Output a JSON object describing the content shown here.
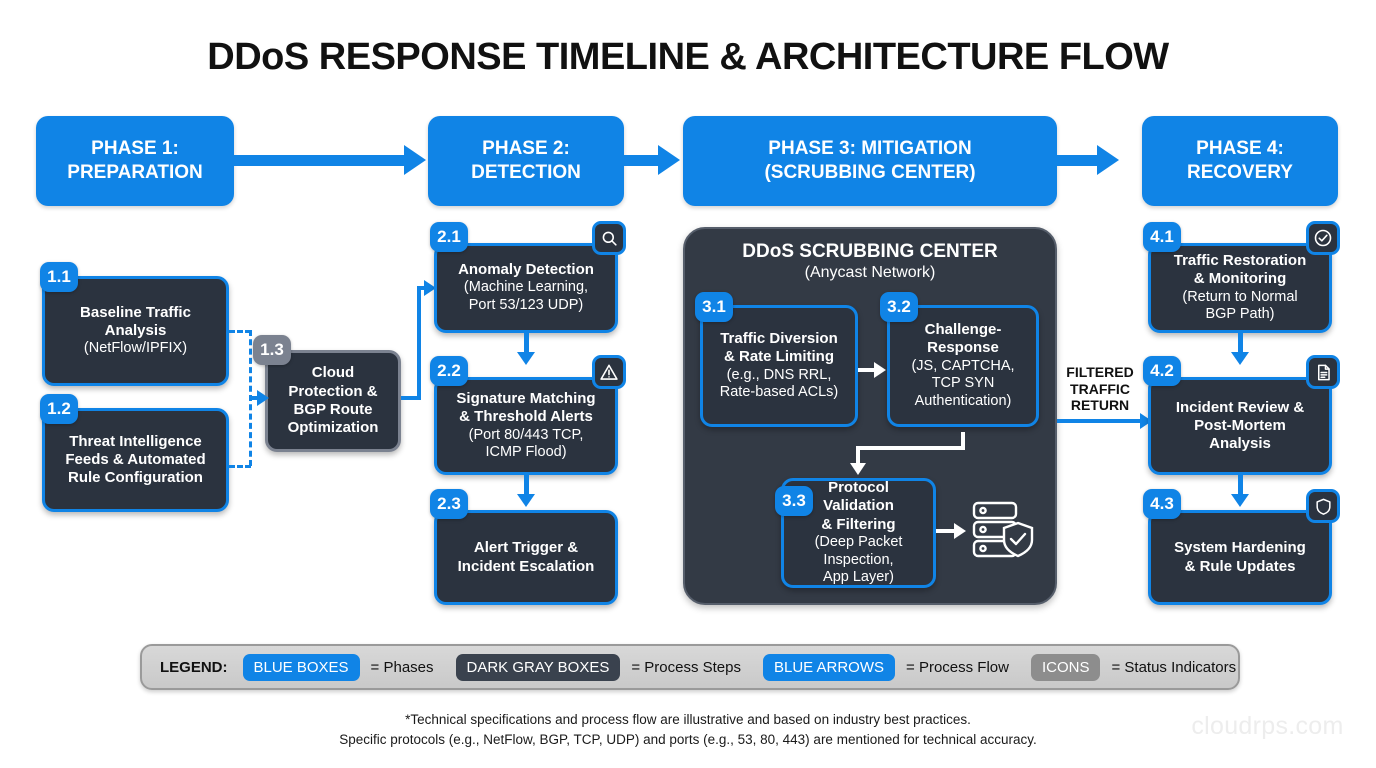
{
  "title": "DDoS RESPONSE TIMELINE & ARCHITECTURE FLOW",
  "colors": {
    "blue": "#1084e6",
    "dark_box": "#2b333f",
    "gray_badge": "#7b8290",
    "panel": "#333a45",
    "legend_bg": "#d0d0d0"
  },
  "phases": [
    {
      "id": "phase-1",
      "label": "PHASE 1:\nPREPARATION",
      "line1": "PHASE 1:",
      "line2": "PREPARATION"
    },
    {
      "id": "phase-2",
      "label": "PHASE 2:\nDETECTION",
      "line1": "PHASE 2:",
      "line2": "DETECTION"
    },
    {
      "id": "phase-3",
      "label": "PHASE 3: MITIGATION\n(SCRUBBING CENTER)",
      "line1": "PHASE 3: MITIGATION",
      "line2": "(SCRUBBING CENTER)"
    },
    {
      "id": "phase-4",
      "label": "PHASE 4:\nRECOVERY",
      "line1": "PHASE 4:",
      "line2": "RECOVERY"
    }
  ],
  "steps": {
    "s11": {
      "badge": "1.1",
      "title_lines": [
        "Baseline Traffic",
        "Analysis"
      ],
      "sub_lines": [
        "(NetFlow/IPFIX)"
      ],
      "icon": null
    },
    "s12": {
      "badge": "1.2",
      "title_lines": [
        "Threat Intelligence",
        "Feeds & Automated",
        "Rule Configuration"
      ],
      "sub_lines": [],
      "icon": null
    },
    "s13": {
      "badge": "1.3",
      "title_lines": [
        "Cloud",
        "Protection &",
        "BGP Route",
        "Optimization"
      ],
      "sub_lines": [],
      "icon": null
    },
    "s21": {
      "badge": "2.1",
      "title_lines": [
        "Anomaly Detection"
      ],
      "sub_lines": [
        "(Machine Learning,",
        "Port 53/123 UDP)"
      ],
      "icon": "search-icon"
    },
    "s22": {
      "badge": "2.2",
      "title_lines": [
        "Signature Matching",
        "& Threshold Alerts"
      ],
      "sub_lines": [
        "(Port 80/443 TCP,",
        "ICMP Flood)"
      ],
      "icon": "warning-icon"
    },
    "s23": {
      "badge": "2.3",
      "title_lines": [
        "Alert Trigger &",
        "Incident Escalation"
      ],
      "sub_lines": [],
      "icon": null
    },
    "s31": {
      "badge": "3.1",
      "title_lines": [
        "Traffic Diversion",
        "& Rate Limiting"
      ],
      "sub_lines": [
        "(e.g., DNS RRL,",
        "Rate-based ACLs)"
      ],
      "icon": null
    },
    "s32": {
      "badge": "3.2",
      "title_lines": [
        "Challenge-",
        "Response"
      ],
      "sub_lines": [
        "(JS, CAPTCHA,",
        "TCP SYN",
        "Authentication)"
      ],
      "icon": null
    },
    "s33": {
      "badge": "3.3",
      "title_lines": [
        "Protocol Validation",
        "& Filtering"
      ],
      "sub_lines": [
        "(Deep Packet",
        "Inspection,",
        "App Layer)"
      ],
      "icon": null
    },
    "s41": {
      "badge": "4.1",
      "title_lines": [
        "Traffic Restoration",
        "& Monitoring"
      ],
      "sub_lines": [
        "(Return to Normal",
        "BGP Path)"
      ],
      "icon": "check-circle-icon"
    },
    "s42": {
      "badge": "4.2",
      "title_lines": [
        "Incident Review &",
        "Post-Mortem",
        "Analysis"
      ],
      "sub_lines": [],
      "icon": "document-icon"
    },
    "s43": {
      "badge": "4.3",
      "title_lines": [
        "System Hardening",
        "& Rule Updates"
      ],
      "sub_lines": [],
      "icon": "shield-icon"
    }
  },
  "scrubbing_panel": {
    "title": "DDoS SCRUBBING CENTER",
    "subtitle": "(Anycast Network)",
    "server_icon": "server-shield-icon"
  },
  "connector_labels": {
    "filtered_traffic_return": [
      "FILTERED",
      "TRAFFIC",
      "RETURN"
    ]
  },
  "legend": {
    "title": "LEGEND:",
    "items": [
      {
        "chip": "BLUE BOXES",
        "style": "blue",
        "text": "= Phases"
      },
      {
        "chip": "DARK GRAY BOXES",
        "style": "dark",
        "text": "= Process Steps"
      },
      {
        "chip": "BLUE ARROWS",
        "style": "blue",
        "text": "= Process Flow"
      },
      {
        "chip": "ICONS",
        "style": "gray",
        "text": "= Status Indicators"
      }
    ]
  },
  "footnote": {
    "line1": "*Technical specifications and process flow are illustrative and based on industry best practices.",
    "line2": "Specific protocols (e.g., NetFlow, BGP, TCP, UDP) and ports (e.g., 53, 80, 443) are mentioned for technical accuracy."
  },
  "watermark": "cloudrps.com"
}
